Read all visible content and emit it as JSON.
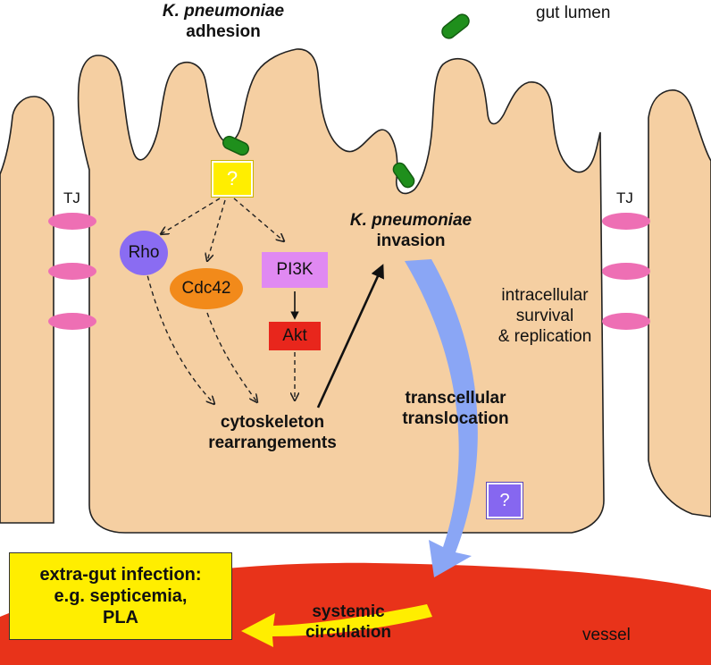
{
  "colors": {
    "cell": "#f5cfa2",
    "cell_outline": "#222222",
    "bacteria": "#1f8f1c",
    "tj": "#ee6fb4",
    "rho": "#8a6cf2",
    "cdc42": "#f28a1a",
    "pi3k": "#e089f2",
    "akt": "#e8261c",
    "unknown_yellow": "#ffee00",
    "unknown_purple": "#8667f0",
    "vessel": "#e8331a",
    "translocation_arrow": "#8aa6f5",
    "circulation_arrow": "#ffee00",
    "infection_box": "#ffee00"
  },
  "labels": {
    "adhesion_species": "K. pneumoniae",
    "adhesion_word": "adhesion",
    "gut_lumen": "gut lumen",
    "tj_left": "TJ",
    "tj_right": "TJ",
    "unknown_receptor": "?",
    "rho": "Rho",
    "cdc42": "Cdc42",
    "pi3k": "PI3K",
    "akt": "Akt",
    "cytoskeleton_line1": "cytoskeleton",
    "cytoskeleton_line2": "rearrangements",
    "invasion_species": "K. pneumoniae",
    "invasion_word": "invasion",
    "survival_line1": "intracellular",
    "survival_line2": "survival",
    "survival_line3": "& replication",
    "translocation_line1": "transcellular",
    "translocation_line2": "translocation",
    "unknown_mechanism": "?",
    "infection_line1": "extra-gut infection:",
    "infection_line2": "e.g. septicemia,",
    "infection_line3": "PLA",
    "circulation_line1": "systemic",
    "circulation_line2": "circulation",
    "vessel": "vessel"
  },
  "icons": [
    "bacterium-icon",
    "question-mark-icon"
  ]
}
